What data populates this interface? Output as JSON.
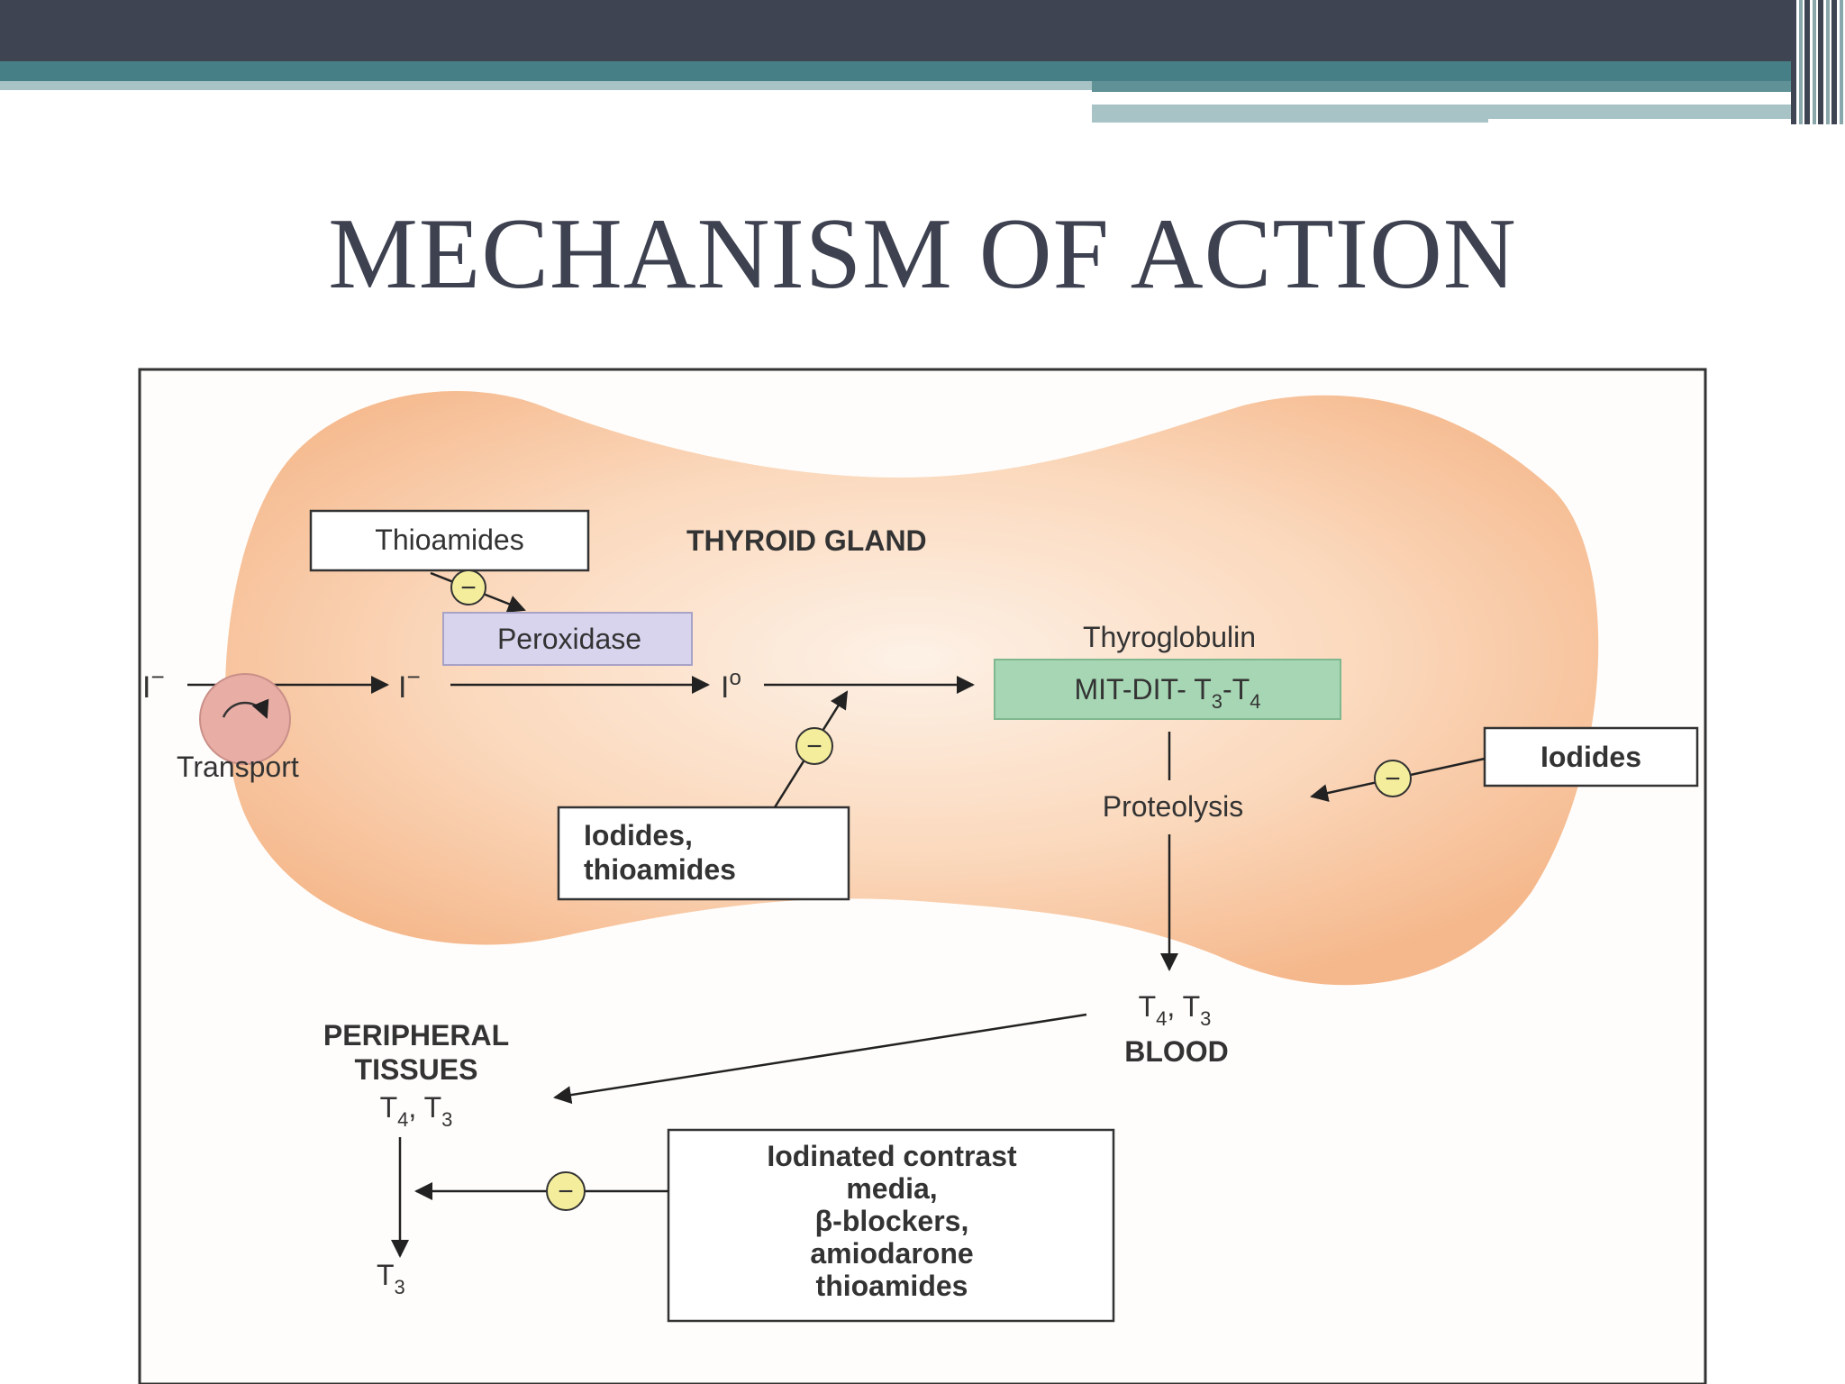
{
  "slide": {
    "title": "MECHANISM OF ACTION",
    "accent_dark": "#3f4453",
    "accent_teal": "#477f86",
    "accent_light": "#a7c3c6"
  },
  "diagram": {
    "gland_label": "THYROID GLAND",
    "gland_color": "#f7c29b",
    "thioamides": "Thioamides",
    "peroxidase": "Peroxidase",
    "iodide_left": "I",
    "iodide_left_sup": "−",
    "iodide_mid": "I",
    "iodide_mid_sup": "−",
    "iodine": "I",
    "iodine_sup": "o",
    "transport": "Transport",
    "thyroglobulin": "Thyroglobulin",
    "mit_dit_prefix": "MIT-DIT- T",
    "mit_dit_sub1": "3",
    "mit_dit_dash": "-T",
    "mit_dit_sub2": "4",
    "iodides_right": "Iodides",
    "proteolysis": "Proteolysis",
    "iodides_thio_line1": "Iodides,",
    "iodides_thio_line2": "thioamides",
    "blood_t": "T",
    "blood_sub1": "4",
    "blood_comma": ", T",
    "blood_sub2": "3",
    "blood": "BLOOD",
    "peripheral_line1": "PERIPHERAL",
    "peripheral_line2": "TISSUES",
    "periph_t": "T",
    "periph_sub1": "4",
    "periph_comma": ", T",
    "periph_sub2": "3",
    "t3_t": "T",
    "t3_sub": "3",
    "contrast_line1": "Iodinated contrast",
    "contrast_line2": "media,",
    "contrast_line3": "β-blockers,",
    "contrast_line4": "amiodarone",
    "contrast_line5": "thioamides",
    "minus": "−"
  }
}
